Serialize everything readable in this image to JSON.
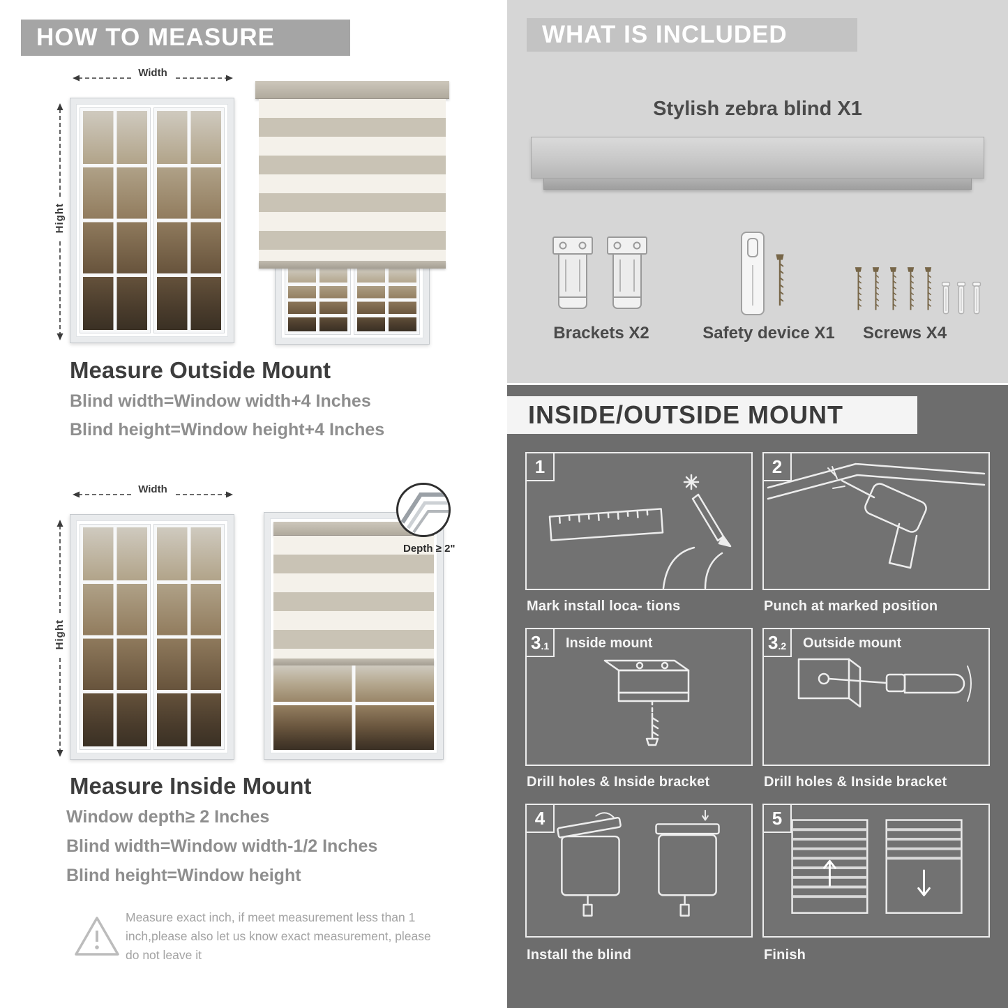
{
  "measure": {
    "header": "HOW TO MEASURE",
    "width_label": "Width",
    "height_label": "Hight",
    "outside": {
      "title": "Measure Outside Mount",
      "line1": "Blind width=Window width+4 Inches",
      "line2": "Blind height=Window height+4 Inches"
    },
    "inside": {
      "title": "Measure Inside Mount",
      "depth_callout": "Depth ≥ 2\"",
      "line1": "Window depth≥ 2 Inches",
      "line2": "Blind width=Window width-1/2 Inches",
      "line3": "Blind height=Window height"
    },
    "note": "Measure exact inch, if meet measurement less than 1 inch,please also let us know exact measurement, please do not leave it"
  },
  "included": {
    "header": "WHAT IS INCLUDED",
    "product_label": "Stylish zebra blind X1",
    "items": [
      {
        "label": "Brackets X2"
      },
      {
        "label": "Safety device X1"
      },
      {
        "label": "Screws X4"
      }
    ]
  },
  "mount": {
    "header": "INSIDE/OUTSIDE MOUNT",
    "steps": [
      {
        "num": "1",
        "sub": "",
        "title": "",
        "caption": "Mark install loca- tions"
      },
      {
        "num": "2",
        "sub": "",
        "title": "",
        "caption": "Punch at  marked position"
      },
      {
        "num": "3",
        "sub": ".1",
        "title": "Inside mount",
        "caption": "Drill holes &  Inside bracket"
      },
      {
        "num": "3",
        "sub": ".2",
        "title": "Outside mount",
        "caption": "Drill holes &  Inside bracket"
      },
      {
        "num": "4",
        "sub": "",
        "title": "",
        "caption": "Install the blind"
      },
      {
        "num": "5",
        "sub": "",
        "title": "",
        "caption": "Finish"
      }
    ]
  },
  "icons": {
    "warning": "exclamation-triangle",
    "width_arrow": "dashed-double-arrow-horizontal",
    "height_arrow": "dashed-double-arrow-vertical",
    "depth_detail": "window-corner-circle"
  },
  "colors": {
    "left_header_bg": "#a5a5a5",
    "included_bg": "#d6d6d6",
    "included_header_bg": "#c3c3c3",
    "mount_bg": "#6d6d6d",
    "mount_header_bg": "#f4f4f4",
    "heading_text": "#3d3d3d",
    "body_text": "#8e8e8e"
  }
}
